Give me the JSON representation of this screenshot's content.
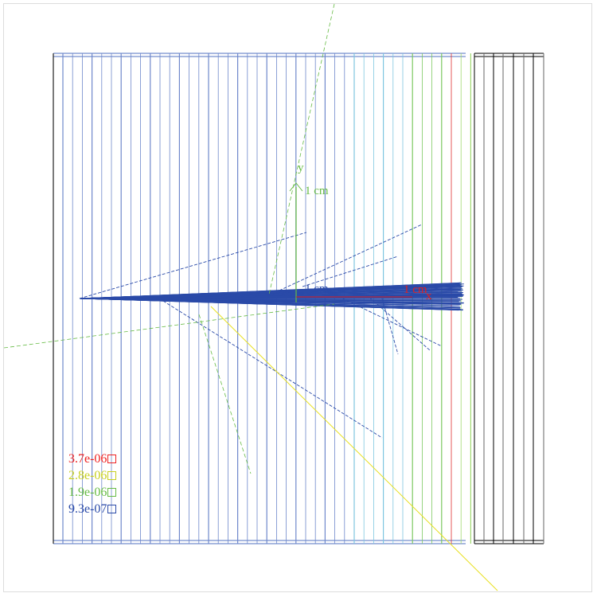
{
  "scene": {
    "axes": {
      "x_label": "x",
      "y_label": "y",
      "x_scale": "1 cm",
      "y_scale": "1 cm",
      "z_scale": "1 cm"
    },
    "colors": {
      "axis_x": "#e02020",
      "axis_y": "#66bb44",
      "tracks": "#2a4aa8",
      "gamma": "#e8e020",
      "plates": "#5070c0",
      "outer_block": "#000000"
    }
  },
  "legend": {
    "items": [
      {
        "label": "3.7e-06",
        "color": "#ee2222"
      },
      {
        "label": "2.8e-06",
        "color": "#c8d020"
      },
      {
        "label": "1.9e-06",
        "color": "#66bb44"
      },
      {
        "label": "9.3e-07",
        "color": "#2a4aa8"
      }
    ]
  }
}
